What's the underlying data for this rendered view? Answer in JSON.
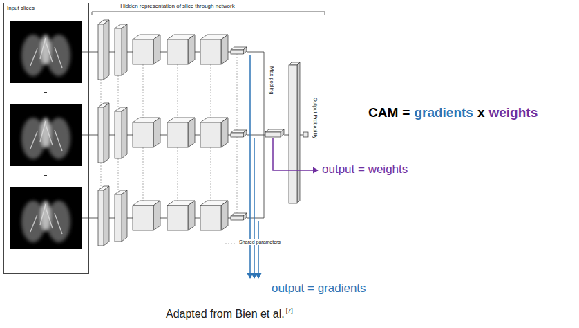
{
  "diagram": {
    "nodes": [
      {
        "text": [
          "Input slices"
        ]
      }
    ],
    "labels": [
      "Hidden representation of slice through network",
      "Max pooling",
      "Output Probability",
      "Shared parameters",
      "CAM",
      "=",
      "gradients",
      "x",
      "weights",
      "output = weights",
      "output = gradients",
      "Adapted from Bien et al.",
      "[7]"
    ]
  }
}
